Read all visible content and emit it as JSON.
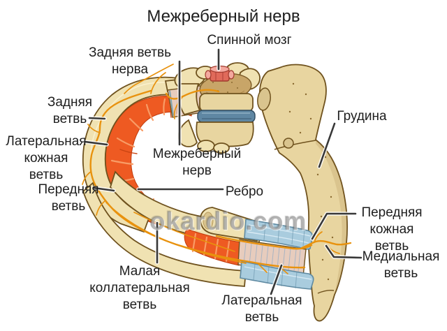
{
  "title": "Межреберный нерв",
  "watermark": "okardio.com",
  "labels": {
    "spinal_cord": "Спинной мозг",
    "posterior_nerve_branch": "Задняя ветвь\nнерва",
    "posterior_branch": "Задняя\nветвь",
    "lateral_cutaneous_branch": "Латеральная\nкожная\nветвь",
    "anterior_branch": "Передняя\nветвь",
    "intercostal_nerve": "Межреберный\nнерв",
    "rib": "Ребро",
    "sternum": "Грудина",
    "anterior_cutaneous_branch": "Передняя\nкожная ветвь",
    "medial_branch": "Медиальная\nветвь",
    "small_collateral_branch": "Малая\nколлатеральная\nветвь",
    "lateral_branch": "Латеральная\nветвь"
  },
  "colors": {
    "background": "#FFFFFF",
    "bone": "#F0E2B2",
    "bone_deep": "#E8D5A0",
    "bone_outline": "#6F521E",
    "muscle": "#EE5A22",
    "muscle_light": "#F89C66",
    "muscle_pale": "#E7CCBD",
    "pale_streak": "#A9B4C2",
    "cartilage": "#A9CCDE",
    "cartilage_edge": "#5F8AA2",
    "nerve": "#E8920E",
    "spinal_cord": "#E06A5A",
    "spinal_cord_light": "#F4A89E",
    "disc": "#5F87A3",
    "label_text": "#1E1E1E",
    "leader_line": "#383838"
  }
}
